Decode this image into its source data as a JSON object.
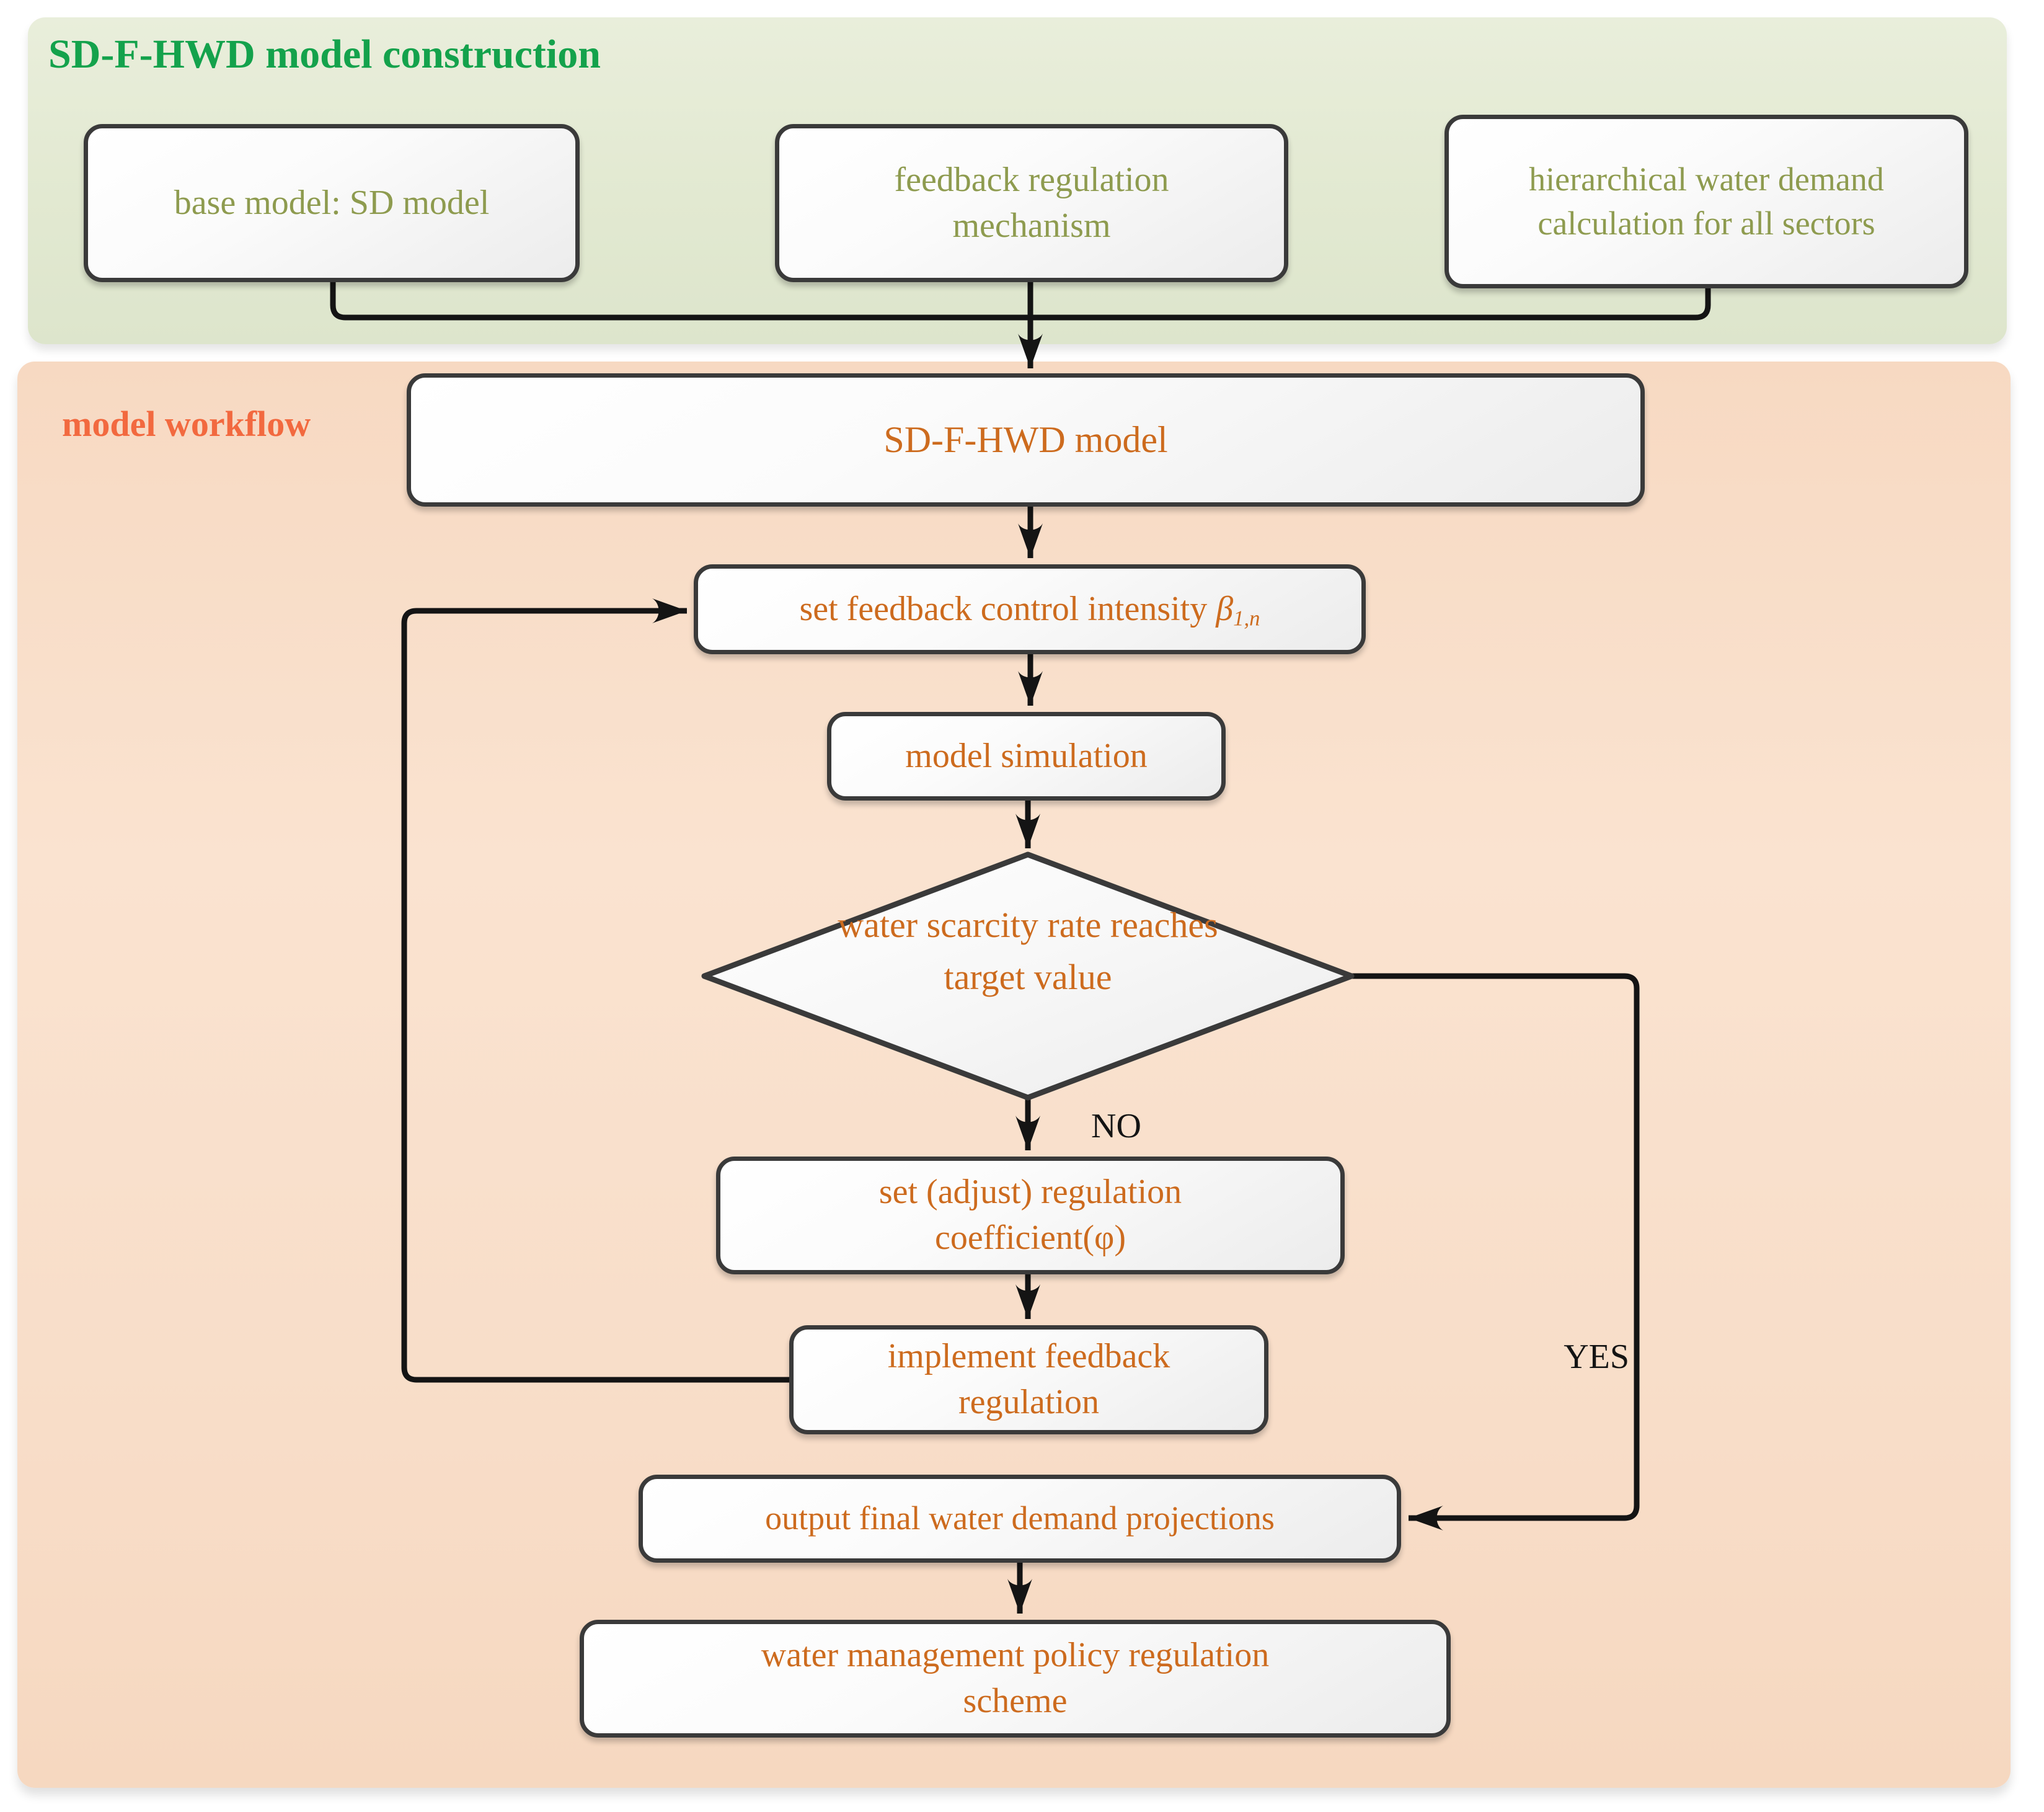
{
  "panels": {
    "construction": {
      "title": "SD-F-HWD model construction"
    },
    "workflow": {
      "label": "model workflow"
    }
  },
  "nodes": {
    "base_model": {
      "label": "base model: SD model"
    },
    "feedback_mechanism": {
      "label": "feedback regulation mechanism"
    },
    "hierarchical_demand": {
      "label": "hierarchical water demand calculation for all sectors"
    },
    "sdfhwd_model": {
      "label": "SD-F-HWD model"
    },
    "set_intensity": {
      "label_main": "set feedback control intensity ",
      "symbol": "β",
      "subscript": "1,n"
    },
    "model_simulation": {
      "label": "model simulation"
    },
    "decision": {
      "line1": "water scarcity rate reaches",
      "line2": "target value"
    },
    "adjust_coefficient": {
      "label": "set (adjust) regulation coefficient(φ)"
    },
    "implement_feedback": {
      "label": "implement feedback regulation"
    },
    "output_projections": {
      "label": "output final water demand projections"
    },
    "policy_scheme": {
      "label": "water management policy regulation scheme"
    }
  },
  "edges": {
    "no_label": "NO",
    "yes_label": "YES"
  },
  "colors": {
    "construction_panel_bg": "#e2e9d1",
    "workflow_panel_bg": "#f8ddc8",
    "construction_title": "#14a24c",
    "workflow_title": "#f2693f",
    "construction_node_text": "#8e9b4f",
    "workflow_node_text": "#cd6b1e",
    "node_border": "#3a3a3a",
    "connector": "#141414"
  }
}
